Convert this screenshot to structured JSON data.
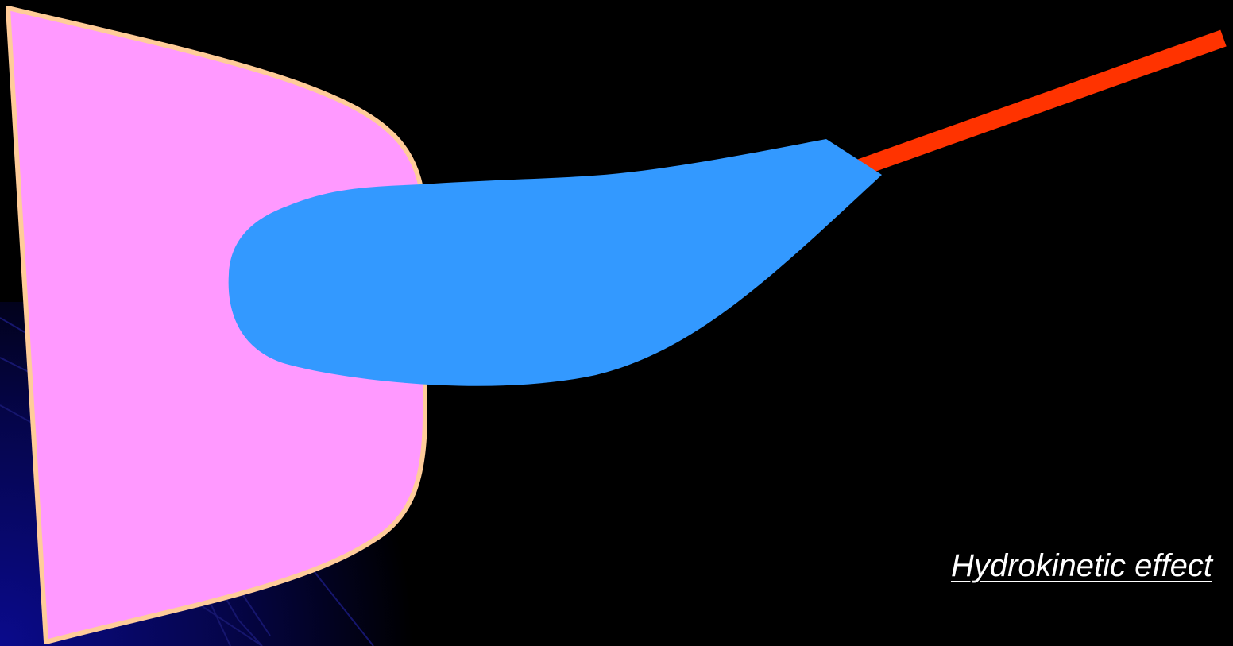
{
  "slide": {
    "caption": "Hydrokinetic effect"
  },
  "colors": {
    "background": "#000000",
    "background_glow": "#0a0a8c",
    "pulp_fill": "#ff99ff",
    "pulp_outline": "#ffcc99",
    "fluid_blob": "#3399ff",
    "probe_line": "#ff3300"
  },
  "shapes": {
    "pulp_shape": "pink funnel-shaped region",
    "fluid_shape": "blue teardrop-shaped region",
    "probe": "red straight bar"
  }
}
